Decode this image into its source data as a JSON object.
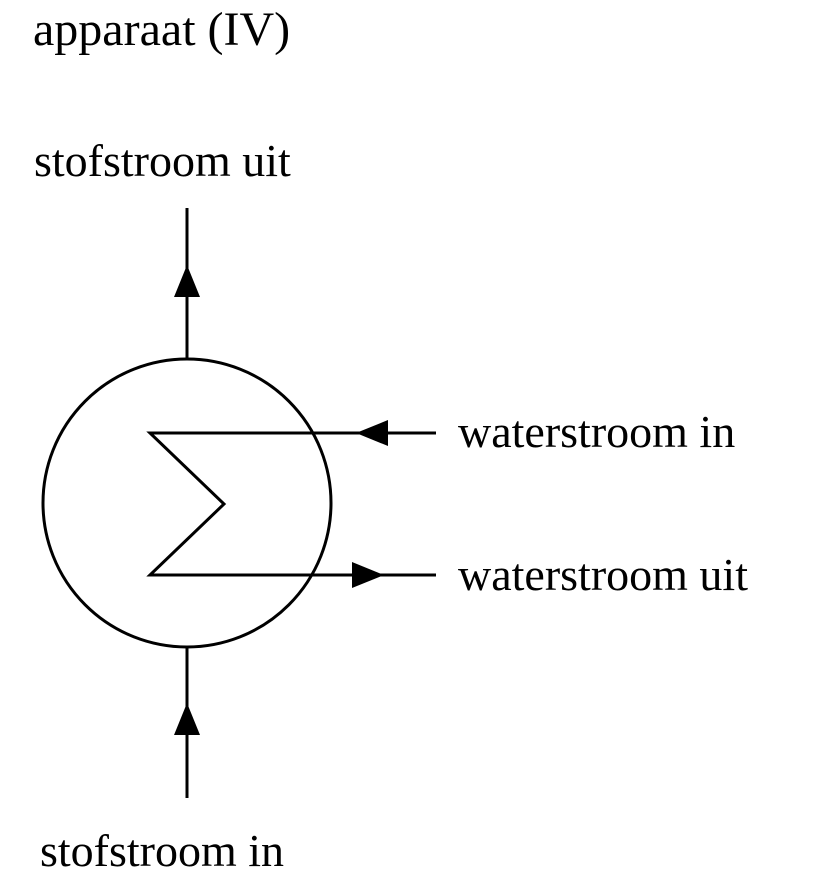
{
  "title": "apparaat (IV)",
  "labels": {
    "stream_out": "stofstroom uit",
    "stream_in": "stofstroom in",
    "water_in": "waterstroom in",
    "water_out": "waterstroom uit"
  },
  "colors": {
    "stroke": "#000000",
    "background": "#ffffff"
  }
}
